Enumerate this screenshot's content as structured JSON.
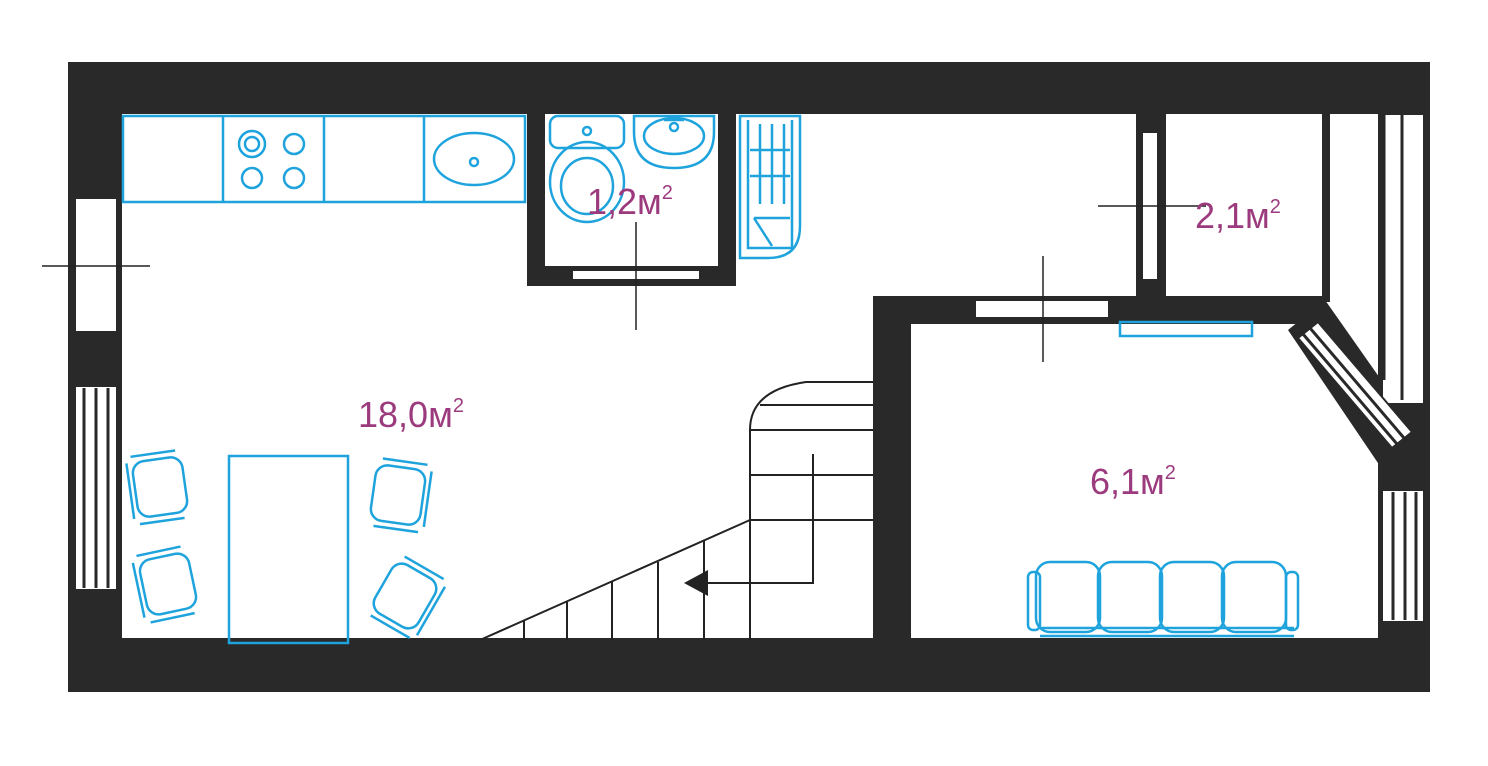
{
  "colors": {
    "wall": "#2a2929",
    "furniture": "#1ea3dd",
    "area_label": "#9c3a7e",
    "line": "#222222",
    "background": "#ffffff"
  },
  "rooms": [
    {
      "id": "kitchen-living",
      "area": "18,0м",
      "unit_sup": "2"
    },
    {
      "id": "bathroom",
      "area": "1,2м",
      "unit_sup": "2"
    },
    {
      "id": "storage",
      "area": "2,1м",
      "unit_sup": "2"
    },
    {
      "id": "bedroom",
      "area": "6,1м",
      "unit_sup": "2"
    }
  ],
  "icons": {
    "stove": "stove-icon",
    "sink": "kitchen-sink-icon",
    "toilet": "toilet-icon",
    "washbasin": "washbasin-icon",
    "shower": "shower-icon",
    "chair": "chair-icon",
    "table": "dining-table-icon",
    "sofa": "sofa-icon",
    "staircase": "staircase-icon",
    "arrow": "stair-direction-arrow-icon"
  }
}
